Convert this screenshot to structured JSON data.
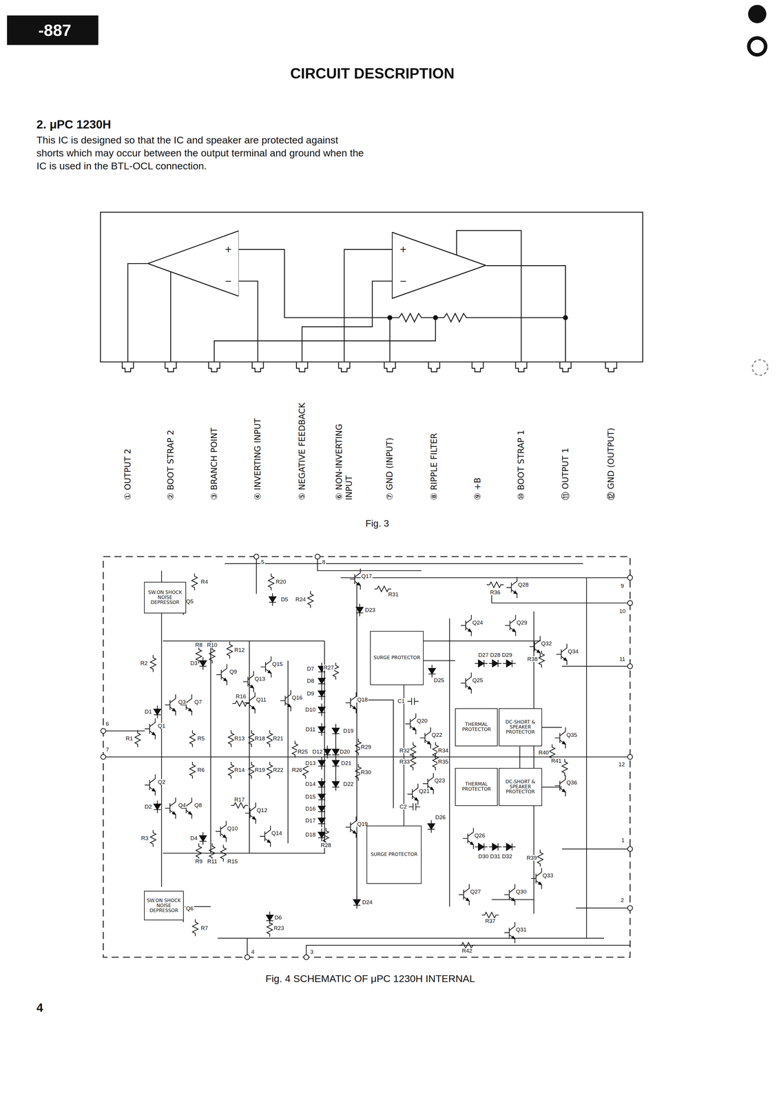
{
  "diagram": {
    "title": "CIRCUIT DESCRIPTION",
    "caption": "Fig. 4 SCHEMATIC OF μPC 1230H INTERNAL",
    "nodes": [
      {
        "text": [
          "+",
          "−"
        ]
      },
      {
        "text": [
          "+",
          "−"
        ]
      },
      {
        "text": [
          "SW.ON SHOCK NOISE DEPRESSOR"
        ]
      },
      {
        "text": [
          "SURGE PROTECTOR"
        ]
      },
      {
        "text": [
          "THERMAL PROTECTOR"
        ]
      },
      {
        "text": [
          "DC-SHORT & SPEAKER PROTECTOR"
        ]
      },
      {
        "text": [
          "THERMAL PROTECTOR"
        ]
      },
      {
        "text": [
          "DC-SHORT & SPEAKER PROTECTOR"
        ]
      },
      {
        "text": [
          "SURGE PROTECTOR"
        ]
      },
      {
        "text": [
          "SW.ON SHOCK NOISE DEPRESSOR"
        ]
      }
    ],
    "labels": [
      "-887",
      "2. μPC 1230H",
      "This IC is designed so that the IC and speaker are protected against shorts which may occur between the output terminal and ground when the IC is used in the BTL-OCL connection.",
      "① OUTPUT 2",
      "② BOOT STRAP 2",
      "③ BRANCH POINT",
      "④ INVERTING INPUT",
      "⑤ NEGATIVE FEEDBACK",
      "⑥ NON-INVERTING INPUT",
      "⑦ GND (INPUT)",
      "⑧ RIPPLE FILTER",
      "⑨ +B",
      "⑩ BOOT STRAP 1",
      "⑪ OUTPUT 1",
      "⑫ GND (OUTPUT)",
      "Fig. 3",
      "5",
      "8",
      "9",
      "10",
      "11",
      "12",
      "1",
      "2",
      "4",
      "3",
      "6",
      "7",
      "R4",
      "R20",
      "Q17",
      "R31",
      "R36",
      "Q28",
      "Q5",
      "D5",
      "R24",
      "D23",
      "Q24",
      "Q29",
      "R8",
      "R10",
      "R12",
      "Q32",
      "Q34",
      "R2",
      "D3",
      "Q9",
      "Q15",
      "D7",
      "R27",
      "D27 D28 D29",
      "R38",
      "Q13",
      "D8",
      "Q25",
      "D25",
      "D9",
      "Q3",
      "Q7",
      "R16",
      "Q11",
      "Q16",
      "D10",
      "Q18",
      "C1",
      "D1",
      "Q20",
      "Q1",
      "D11",
      "D19",
      "Q22",
      "Q35",
      "R1",
      "R5",
      "R13",
      "R18",
      "R21",
      "R29",
      "R25",
      "D12",
      "D20",
      "R32",
      "R34",
      "R40",
      "D13",
      "D21",
      "R33",
      "R35",
      "R41",
      "R6",
      "R14",
      "R19",
      "R22",
      "R26",
      "R30",
      "Q2",
      "Q23",
      "Q36",
      "D14",
      "D22",
      "Q21",
      "R17",
      "D15",
      "D2",
      "Q4",
      "Q8",
      "C2",
      "D16",
      "Q12",
      "D26",
      "D17",
      "Q19",
      "Q10",
      "Q14",
      "Q26",
      "D18",
      "R3",
      "D4",
      "R28",
      "D30 D31 D32",
      "R39",
      "R9",
      "R11",
      "R15",
      "Q33",
      "Q27",
      "Q30",
      "D24",
      "Q6",
      "D6",
      "R37",
      "R7",
      "R23",
      "Q31",
      "R42",
      "4"
    ]
  }
}
